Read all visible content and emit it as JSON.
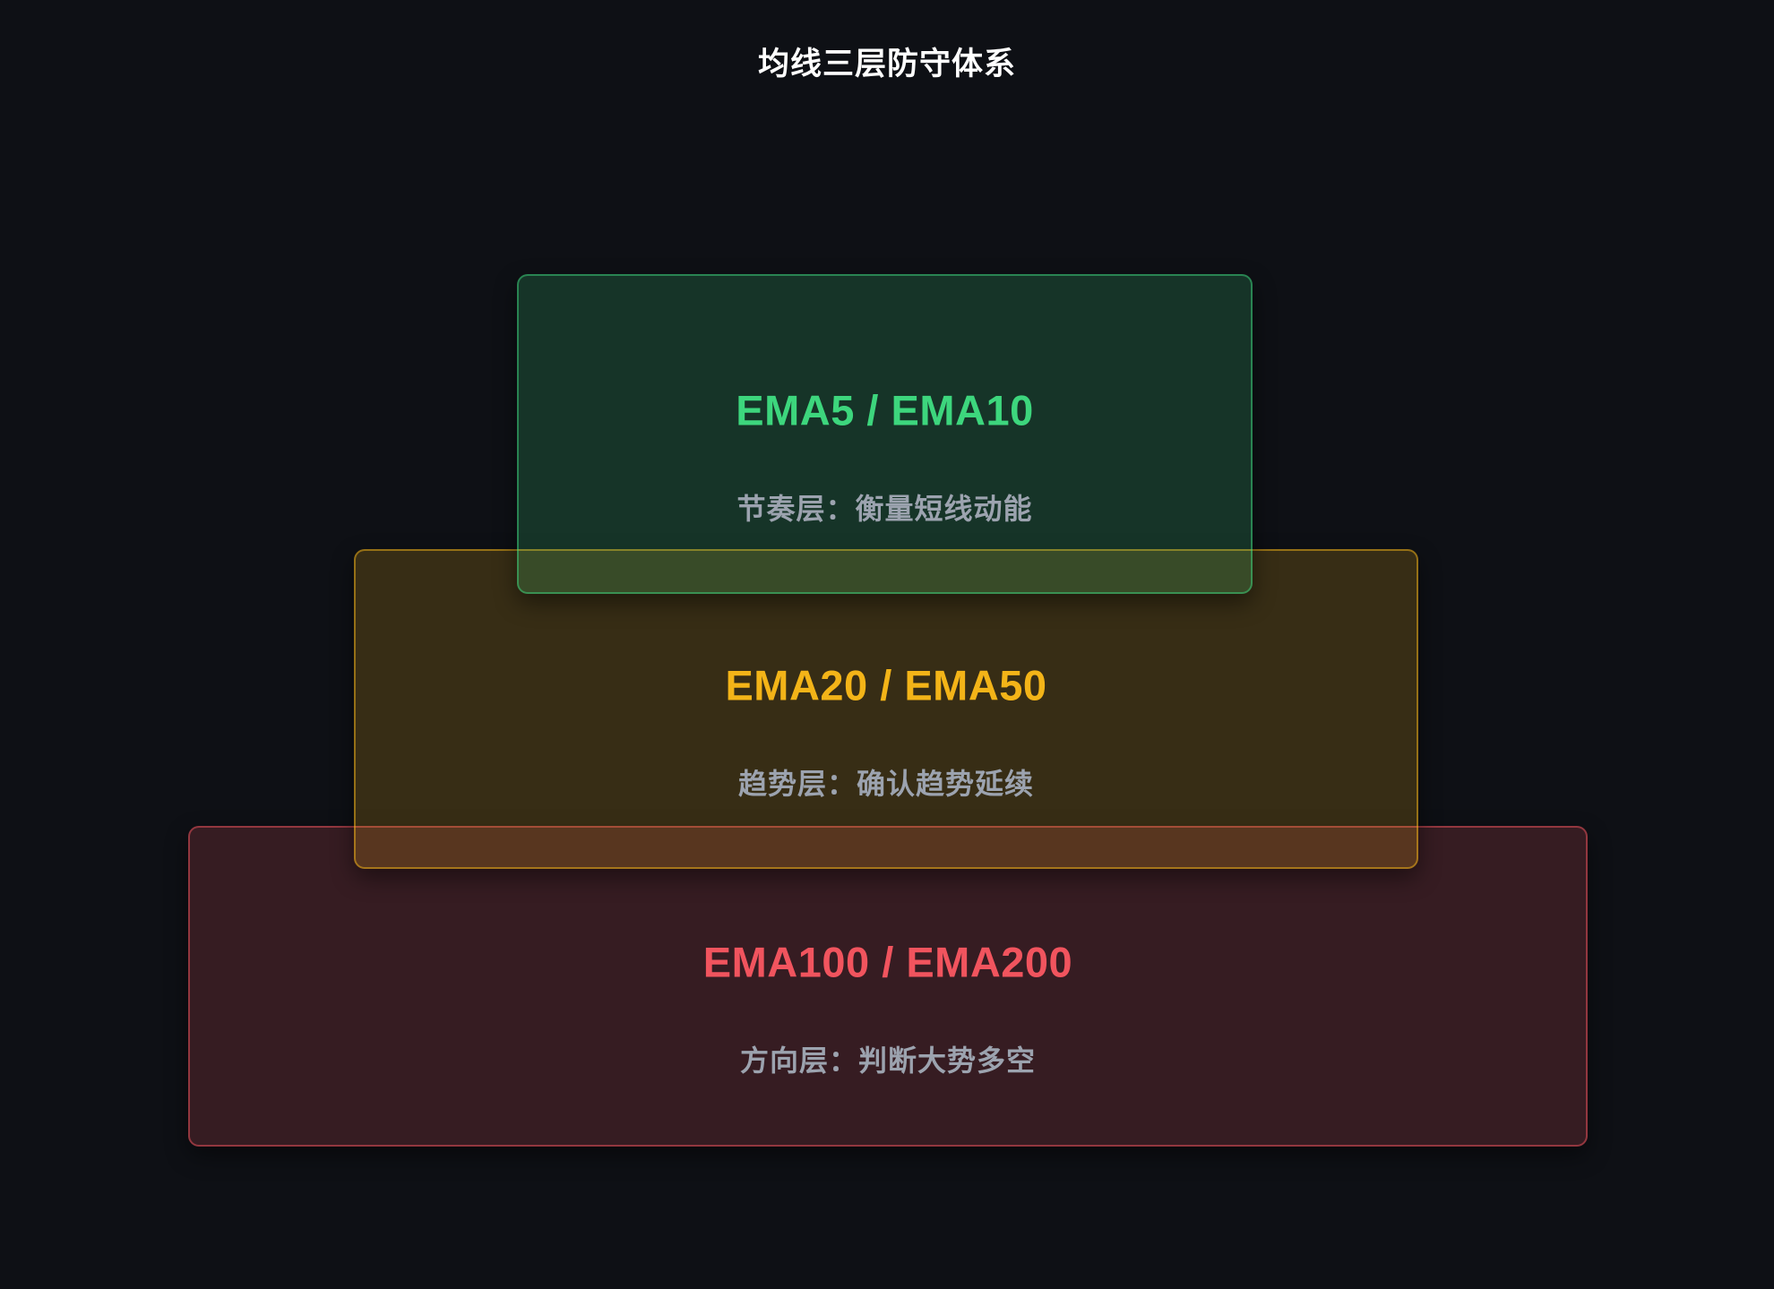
{
  "page": {
    "title": "均线三层防守体系",
    "background_color": "#0e1015",
    "title_color": "#ffffff",
    "description_color": "#9ca3af"
  },
  "layers": [
    {
      "id": "rhythm-layer",
      "heading": "EMA5 / EMA10",
      "description": "节奏层：衡量短线动能",
      "accent": "#3dd67d"
    },
    {
      "id": "trend-layer",
      "heading": "EMA20 / EMA50",
      "description": "趋势层：确认趋势延续",
      "accent": "#f3b418"
    },
    {
      "id": "direction-layer",
      "heading": "EMA100 / EMA200",
      "description": "方向层：判断大势多空",
      "accent": "#f1545e"
    }
  ]
}
